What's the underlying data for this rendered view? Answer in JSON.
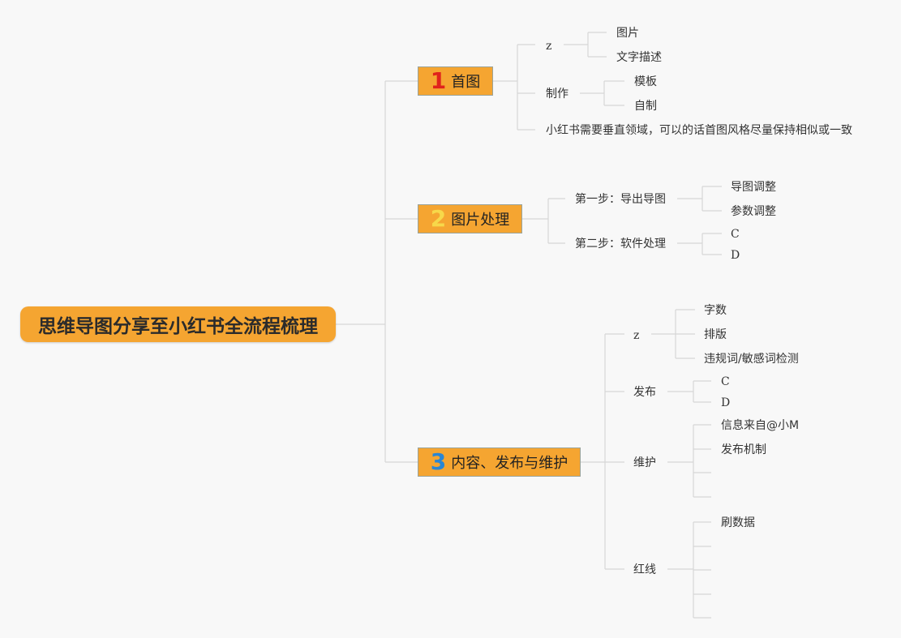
{
  "root": {
    "label": "思维导图分享至小红书全流程梳理"
  },
  "topics": [
    {
      "number": "1",
      "number_color": "#e0231c",
      "label": "首图"
    },
    {
      "number": "2",
      "number_color": "#f7d84a",
      "label": "图片处理"
    },
    {
      "number": "3",
      "number_color": "#2a86d4",
      "label": "内容、发布与维护"
    }
  ],
  "t1": {
    "z": "z",
    "z_children": [
      "图片",
      "文字描述"
    ],
    "make": "制作",
    "make_children": [
      "模板",
      "自制"
    ],
    "note": "小红书需要垂直领域，可以的话首图风格尽量保持相似或一致"
  },
  "t2": {
    "step1": "第一步：导出导图",
    "step1_children": [
      "导图调整",
      "参数调整"
    ],
    "step2": "第二步：软件处理",
    "step2_children": [
      "C",
      "D"
    ]
  },
  "t3": {
    "z": "z",
    "z_children": [
      "字数",
      "排版",
      "违规词/敏感词检测"
    ],
    "publish": "发布",
    "publish_children": [
      "C",
      "D"
    ],
    "maintain": "维护",
    "maintain_children": [
      "信息来自@小M",
      "发布机制",
      "",
      ""
    ],
    "redline": "红线",
    "redline_children": [
      "刷数据",
      "",
      "",
      "",
      ""
    ]
  }
}
